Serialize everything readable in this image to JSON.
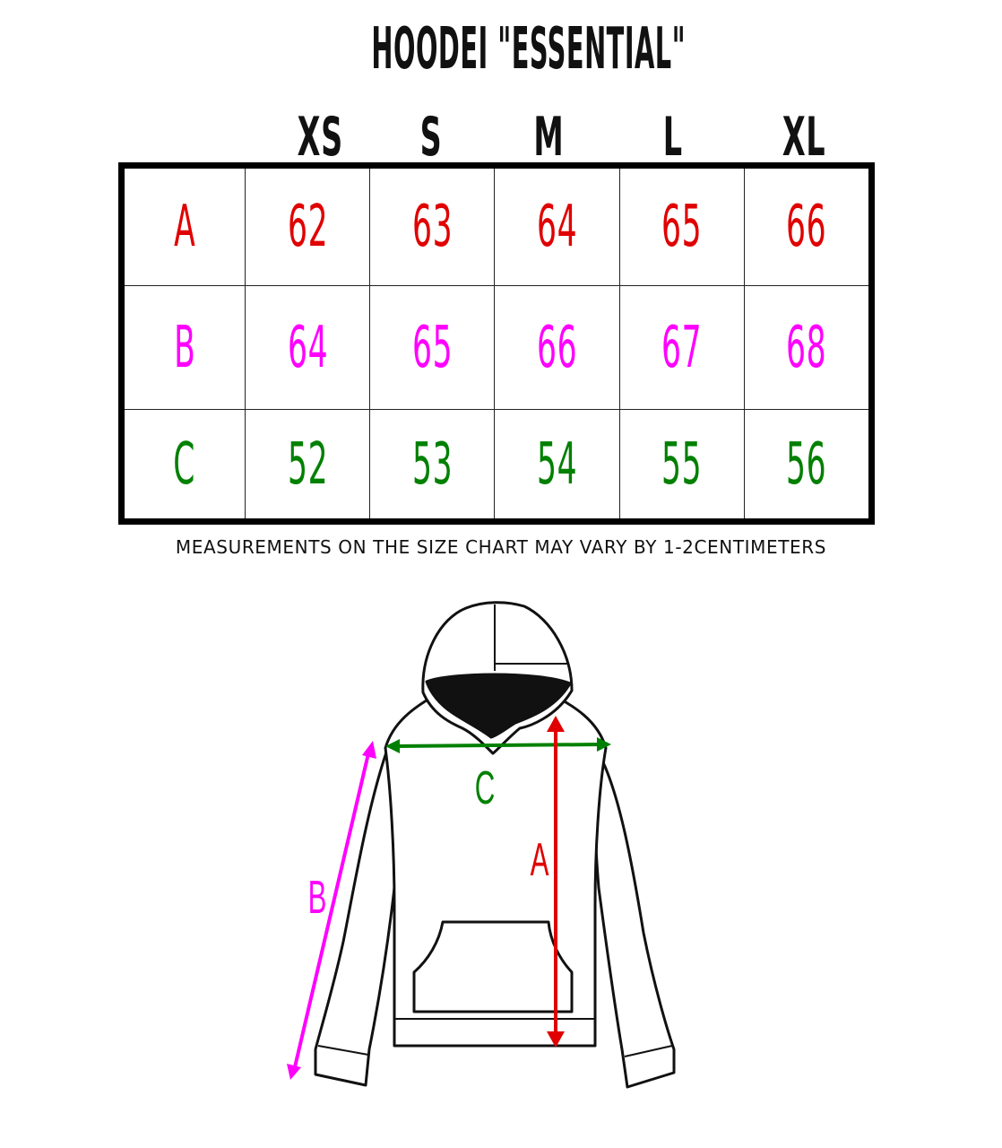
{
  "title": "HOODEI \"ESSENTIAL\"",
  "sizes": [
    "XS",
    "S",
    "M",
    "L",
    "XL"
  ],
  "rows": [
    {
      "label": "A",
      "color": "#e00000",
      "values": [
        "62",
        "63",
        "64",
        "65",
        "66"
      ]
    },
    {
      "label": "B",
      "color": "#ff00ff",
      "values": [
        "64",
        "65",
        "66",
        "67",
        "68"
      ]
    },
    {
      "label": "C",
      "color": "#008000",
      "values": [
        "52",
        "53",
        "54",
        "55",
        "56"
      ]
    }
  ],
  "note": "MEASUREMENTS ON THE SIZE CHART MAY VARY BY 1-2CENTIMETERS",
  "diagram": {
    "label_a": "A",
    "label_b": "B",
    "label_c": "C",
    "color_a": "#e00000",
    "color_b": "#ff00ff",
    "color_c": "#008000"
  }
}
